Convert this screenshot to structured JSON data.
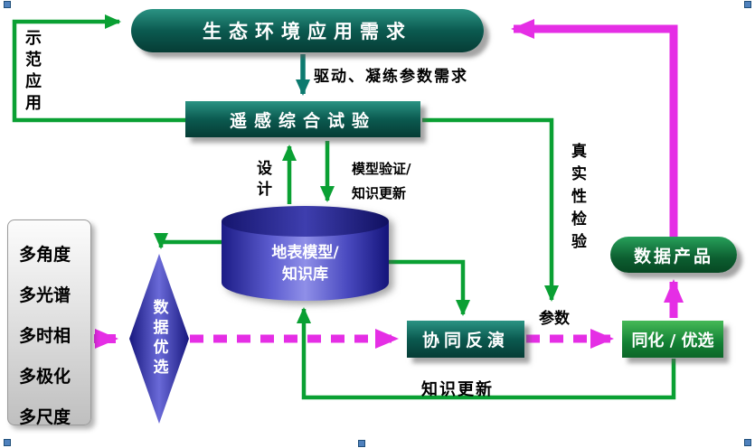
{
  "nodes": {
    "eco_demand": {
      "label": "生态环境应用需求"
    },
    "rs_experiment": {
      "label": "遥感综合试验"
    },
    "knowledge_base": {
      "line1": "地表模型/",
      "line2": "知识库"
    },
    "data_selection": {
      "label": "数据优选"
    },
    "collaborative_inversion": {
      "label": "协同反演"
    },
    "assimilation": {
      "label": "同化 / 优选"
    },
    "data_product": {
      "label": "数据产品"
    },
    "data_sources": {
      "items": [
        "多角度",
        "多光谱",
        "多时相",
        "多极化",
        "多尺度"
      ]
    }
  },
  "labels": {
    "demo_application": "示范应用",
    "drive_refine": "驱动、凝练参数需求",
    "design": "设计",
    "model_validation_line1": "模型验证/",
    "model_validation_line2": "知识更新",
    "authenticity_check": "真实性检验",
    "parameter": "参数",
    "knowledge_update": "知识更新"
  },
  "colors": {
    "green_arrow": "#0aa033",
    "teal_arrow": "#0c7a6f",
    "magenta_arrow": "#e52ee5",
    "teal_shape": "#0b5a50",
    "green_shape": "#128034",
    "dark_green_shape": "#0c5e30",
    "blue_shape": "#32329e"
  }
}
